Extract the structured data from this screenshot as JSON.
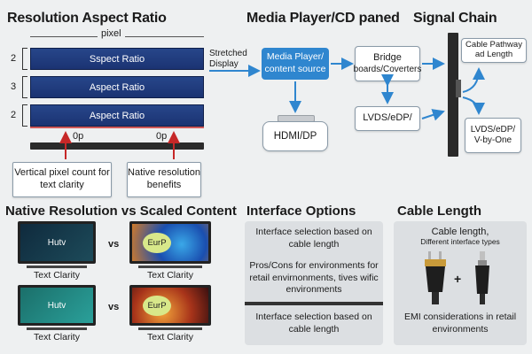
{
  "aspect": {
    "title": "Resolution Aspect Ratio",
    "pixel_label": "pixel",
    "bars": [
      {
        "num": "2",
        "label": "Sspect Ratio"
      },
      {
        "num": "3",
        "label": "Aspect Ratio"
      },
      {
        "num": "2",
        "label": "Aspect Ratio"
      }
    ],
    "zero_left": "0p",
    "zero_right": "0p",
    "caption_left": "Vertical pixel count for text clarity",
    "caption_right": "Native resolution benefits",
    "stretched": "Stretched Display"
  },
  "media": {
    "title": "Media Player/CD paned",
    "player": "Media Player/ content source",
    "hdmi": "HDMI/DP",
    "bridge": "Bridge",
    "bridge_sub": "boards/Coverters",
    "lvds": "LVDS/eDP/"
  },
  "signal": {
    "title": "Signal Chain",
    "cable_pathway": "Cable Pathway ad Length",
    "outputs": "LVDS/eDP/ V-by-One"
  },
  "native": {
    "title": "Native Resolution vs Scaled Content",
    "vs": "vs",
    "rows": [
      {
        "left_screen": "Hutv",
        "left_caption": "Text Clarity",
        "right_screen": "EurP",
        "right_caption": "Text Clarity"
      },
      {
        "left_screen": "Hutv",
        "left_caption": "Text Clarity",
        "right_screen": "EurP",
        "right_caption": "Text Clarity"
      }
    ]
  },
  "interface": {
    "title": "Interface Options",
    "line1": "Interface selection based on cable length",
    "line2": "Pros/Cons for environments for retail envirnonments, tives wific environments",
    "line3": "Interface selection based on cable length"
  },
  "cable": {
    "title": "Cable Length",
    "line1": "Cable length,",
    "line1_sub": "Different interface types",
    "plus": "+",
    "line2": "EMI considerations in retail environments"
  },
  "colors": {
    "bar_blue": "#1f3c80",
    "accent_blue": "#2f86cf",
    "arrow_red": "#c62828"
  }
}
